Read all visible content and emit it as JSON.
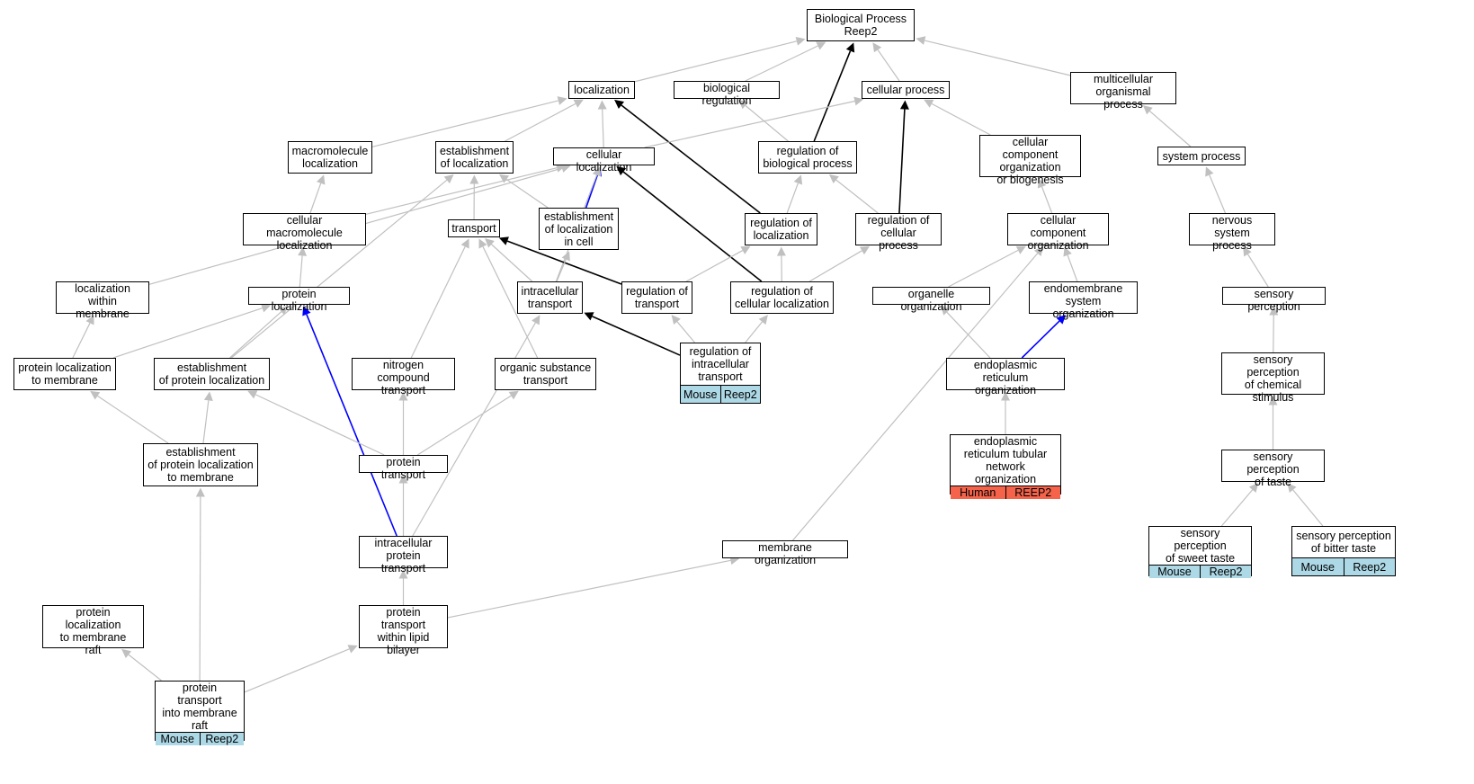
{
  "colors": {
    "edge_default": "#c0c0c0",
    "edge_black": "#000000",
    "edge_blue": "#0000ff",
    "tag_mouse": "#add8e6",
    "tag_human": "#f4634a"
  },
  "nodes": {
    "root": {
      "label": "Biological Process\nReep2"
    },
    "localization": {
      "label": "localization"
    },
    "biological_regulation": {
      "label": "biological regulation"
    },
    "cellular_process": {
      "label": "cellular process"
    },
    "multicellular_organismal_process": {
      "label": "multicellular\norganismal process"
    },
    "macromolecule_localization": {
      "label": "macromolecule\nlocalization"
    },
    "establishment_of_localization": {
      "label": "establishment\nof localization"
    },
    "cellular_localization": {
      "label": "cellular localization"
    },
    "regulation_of_biological_process": {
      "label": "regulation of\nbiological process"
    },
    "cellular_component_organization_or_biogenesis": {
      "label": "cellular component\norganization\nor biogenesis"
    },
    "system_process": {
      "label": "system process"
    },
    "cellular_macromolecule_localization": {
      "label": "cellular macromolecule\nlocalization"
    },
    "transport": {
      "label": "transport"
    },
    "establishment_of_localization_in_cell": {
      "label": "establishment\nof localization\nin cell"
    },
    "regulation_of_localization": {
      "label": "regulation of\nlocalization"
    },
    "regulation_of_cellular_process": {
      "label": "regulation of\ncellular process"
    },
    "cellular_component_organization": {
      "label": "cellular component\norganization"
    },
    "nervous_system_process": {
      "label": "nervous system\nprocess"
    },
    "localization_within_membrane": {
      "label": "localization\nwithin membrane"
    },
    "protein_localization": {
      "label": "protein localization"
    },
    "intracellular_transport": {
      "label": "intracellular\ntransport"
    },
    "regulation_of_transport": {
      "label": "regulation of\ntransport"
    },
    "regulation_of_cellular_localization": {
      "label": "regulation of\ncellular localization"
    },
    "organelle_organization": {
      "label": "organelle organization"
    },
    "endomembrane_system_organization": {
      "label": "endomembrane\nsystem organization"
    },
    "sensory_perception": {
      "label": "sensory perception"
    },
    "protein_localization_to_membrane": {
      "label": "protein localization\nto membrane"
    },
    "establishment_of_protein_localization": {
      "label": "establishment\nof protein localization"
    },
    "nitrogen_compound_transport": {
      "label": "nitrogen compound\ntransport"
    },
    "organic_substance_transport": {
      "label": "organic substance\ntransport"
    },
    "regulation_of_intracellular_transport": {
      "label": "regulation of\nintracellular\ntransport",
      "tags": [
        "Mouse",
        "Reep2"
      ],
      "tag_color": "tag_mouse"
    },
    "endoplasmic_reticulum_organization": {
      "label": "endoplasmic\nreticulum organization"
    },
    "sensory_perception_of_chemical_stimulus": {
      "label": "sensory perception\nof chemical\nstimulus"
    },
    "establishment_of_protein_localization_to_membrane": {
      "label": "establishment\nof protein localization\nto membrane"
    },
    "protein_transport": {
      "label": "protein transport"
    },
    "er_tubular_network_organization": {
      "label": "endoplasmic\nreticulum tubular\nnetwork organization",
      "tags": [
        "Human",
        "REEP2"
      ],
      "tag_color": "tag_human"
    },
    "sensory_perception_of_taste": {
      "label": "sensory perception\nof taste"
    },
    "intracellular_protein_transport": {
      "label": "intracellular\nprotein transport"
    },
    "membrane_organization": {
      "label": "membrane organization"
    },
    "sensory_perception_of_sweet_taste": {
      "label": "sensory perception\nof sweet taste",
      "tags": [
        "Mouse",
        "Reep2"
      ],
      "tag_color": "tag_mouse"
    },
    "sensory_perception_of_bitter_taste": {
      "label": "sensory perception\nof bitter taste",
      "tags": [
        "Mouse",
        "Reep2"
      ],
      "tag_color": "tag_mouse"
    },
    "protein_localization_to_membrane_raft": {
      "label": "protein localization\nto membrane\nraft"
    },
    "protein_transport_within_lipid_bilayer": {
      "label": "protein transport\nwithin lipid\nbilayer"
    },
    "protein_transport_into_membrane_raft": {
      "label": "protein transport\ninto membrane\nraft",
      "tags": [
        "Mouse",
        "Reep2"
      ],
      "tag_color": "tag_mouse"
    }
  },
  "edges": [
    {
      "from": "localization",
      "to": "root",
      "color": "edge_default"
    },
    {
      "from": "biological_regulation",
      "to": "root",
      "color": "edge_default"
    },
    {
      "from": "regulation_of_biological_process",
      "to": "root",
      "color": "edge_black"
    },
    {
      "from": "cellular_process",
      "to": "root",
      "color": "edge_default"
    },
    {
      "from": "multicellular_organismal_process",
      "to": "root",
      "color": "edge_default"
    },
    {
      "from": "macromolecule_localization",
      "to": "localization",
      "color": "edge_default"
    },
    {
      "from": "establishment_of_localization",
      "to": "localization",
      "color": "edge_default"
    },
    {
      "from": "cellular_localization",
      "to": "localization",
      "color": "edge_default"
    },
    {
      "from": "regulation_of_localization",
      "to": "localization",
      "color": "edge_black"
    },
    {
      "from": "cellular_localization",
      "to": "cellular_process",
      "color": "edge_default"
    },
    {
      "from": "regulation_of_biological_process",
      "to": "biological_regulation",
      "color": "edge_default"
    },
    {
      "from": "regulation_of_cellular_process",
      "to": "cellular_process",
      "color": "edge_black"
    },
    {
      "from": "cellular_component_organization_or_biogenesis",
      "to": "cellular_process",
      "color": "edge_default"
    },
    {
      "from": "system_process",
      "to": "multicellular_organismal_process",
      "color": "edge_default"
    },
    {
      "from": "cellular_macromolecule_localization",
      "to": "macromolecule_localization",
      "color": "edge_default"
    },
    {
      "from": "cellular_macromolecule_localization",
      "to": "cellular_localization",
      "color": "edge_default"
    },
    {
      "from": "transport",
      "to": "establishment_of_localization",
      "color": "edge_default"
    },
    {
      "from": "establishment_of_localization_in_cell",
      "to": "establishment_of_localization",
      "color": "edge_default"
    },
    {
      "from": "establishment_of_localization_in_cell",
      "to": "cellular_localization",
      "color": "edge_blue"
    },
    {
      "from": "regulation_of_cellular_localization",
      "to": "cellular_localization",
      "color": "edge_black"
    },
    {
      "from": "intracellular_transport",
      "to": "cellular_localization",
      "color": "edge_default"
    },
    {
      "from": "localization_within_membrane",
      "to": "cellular_localization",
      "color": "edge_default"
    },
    {
      "from": "regulation_of_localization",
      "to": "regulation_of_biological_process",
      "color": "edge_default"
    },
    {
      "from": "regulation_of_cellular_process",
      "to": "regulation_of_biological_process",
      "color": "edge_default"
    },
    {
      "from": "cellular_component_organization",
      "to": "cellular_component_organization_or_biogenesis",
      "color": "edge_default"
    },
    {
      "from": "nervous_system_process",
      "to": "system_process",
      "color": "edge_default"
    },
    {
      "from": "protein_localization",
      "to": "cellular_macromolecule_localization",
      "color": "edge_default"
    },
    {
      "from": "intracellular_transport",
      "to": "transport",
      "color": "edge_default"
    },
    {
      "from": "regulation_of_transport",
      "to": "transport",
      "color": "edge_black"
    },
    {
      "from": "nitrogen_compound_transport",
      "to": "transport",
      "color": "edge_default"
    },
    {
      "from": "organic_substance_transport",
      "to": "transport",
      "color": "edge_default"
    },
    {
      "from": "intracellular_transport",
      "to": "establishment_of_localization_in_cell",
      "color": "edge_default"
    },
    {
      "from": "regulation_of_transport",
      "to": "regulation_of_localization",
      "color": "edge_default"
    },
    {
      "from": "regulation_of_cellular_localization",
      "to": "regulation_of_localization",
      "color": "edge_default"
    },
    {
      "from": "regulation_of_cellular_localization",
      "to": "regulation_of_cellular_process",
      "color": "edge_default"
    },
    {
      "from": "organelle_organization",
      "to": "cellular_component_organization",
      "color": "edge_default"
    },
    {
      "from": "endomembrane_system_organization",
      "to": "cellular_component_organization",
      "color": "edge_default"
    },
    {
      "from": "membrane_organization",
      "to": "cellular_component_organization",
      "color": "edge_default"
    },
    {
      "from": "sensory_perception",
      "to": "nervous_system_process",
      "color": "edge_default"
    },
    {
      "from": "protein_localization_to_membrane",
      "to": "localization_within_membrane",
      "color": "edge_default"
    },
    {
      "from": "protein_localization_to_membrane",
      "to": "protein_localization",
      "color": "edge_default"
    },
    {
      "from": "establishment_of_protein_localization",
      "to": "protein_localization",
      "color": "edge_default"
    },
    {
      "from": "establishment_of_protein_localization",
      "to": "establishment_of_localization",
      "color": "edge_default"
    },
    {
      "from": "intracellular_protein_transport",
      "to": "protein_localization",
      "color": "edge_blue"
    },
    {
      "from": "regulation_of_intracellular_transport",
      "to": "intracellular_transport",
      "color": "edge_black"
    },
    {
      "from": "regulation_of_intracellular_transport",
      "to": "regulation_of_transport",
      "color": "edge_default"
    },
    {
      "from": "regulation_of_intracellular_transport",
      "to": "regulation_of_cellular_localization",
      "color": "edge_default"
    },
    {
      "from": "endoplasmic_reticulum_organization",
      "to": "organelle_organization",
      "color": "edge_default"
    },
    {
      "from": "endoplasmic_reticulum_organization",
      "to": "endomembrane_system_organization",
      "color": "edge_blue"
    },
    {
      "from": "sensory_perception_of_chemical_stimulus",
      "to": "sensory_perception",
      "color": "edge_default"
    },
    {
      "from": "establishment_of_protein_localization_to_membrane",
      "to": "protein_localization_to_membrane",
      "color": "edge_default"
    },
    {
      "from": "establishment_of_protein_localization_to_membrane",
      "to": "establishment_of_protein_localization",
      "color": "edge_default"
    },
    {
      "from": "protein_transport",
      "to": "establishment_of_protein_localization",
      "color": "edge_default"
    },
    {
      "from": "protein_transport",
      "to": "nitrogen_compound_transport",
      "color": "edge_default"
    },
    {
      "from": "protein_transport",
      "to": "organic_substance_transport",
      "color": "edge_default"
    },
    {
      "from": "er_tubular_network_organization",
      "to": "endoplasmic_reticulum_organization",
      "color": "edge_default"
    },
    {
      "from": "sensory_perception_of_taste",
      "to": "sensory_perception_of_chemical_stimulus",
      "color": "edge_default"
    },
    {
      "from": "intracellular_protein_transport",
      "to": "protein_transport",
      "color": "edge_default"
    },
    {
      "from": "intracellular_protein_transport",
      "to": "intracellular_transport",
      "color": "edge_default"
    },
    {
      "from": "sensory_perception_of_sweet_taste",
      "to": "sensory_perception_of_taste",
      "color": "edge_default"
    },
    {
      "from": "sensory_perception_of_bitter_taste",
      "to": "sensory_perception_of_taste",
      "color": "edge_default"
    },
    {
      "from": "protein_transport_within_lipid_bilayer",
      "to": "intracellular_protein_transport",
      "color": "edge_default"
    },
    {
      "from": "protein_transport_within_lipid_bilayer",
      "to": "membrane_organization",
      "color": "edge_default"
    },
    {
      "from": "protein_transport_into_membrane_raft",
      "to": "protein_localization_to_membrane_raft",
      "color": "edge_default"
    },
    {
      "from": "protein_transport_into_membrane_raft",
      "to": "establishment_of_protein_localization_to_membrane",
      "color": "edge_default"
    },
    {
      "from": "protein_transport_into_membrane_raft",
      "to": "protein_transport_within_lipid_bilayer",
      "color": "edge_default"
    }
  ]
}
